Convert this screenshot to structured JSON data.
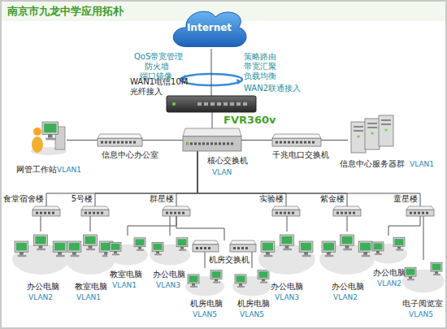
{
  "diagram": {
    "title": "南京市九龙中学应用拓朴",
    "nodes": [
      {
        "text": [
          "Internet"
        ]
      },
      {
        "text": [
          "FVR360v"
        ]
      },
      {
        "text": [
          "网管工作站",
          "VLAN1"
        ]
      },
      {
        "text": [
          "信息中心办公室"
        ]
      },
      {
        "text": [
          "核心交换机",
          "VLAN"
        ]
      },
      {
        "text": [
          "千兆电口交换机"
        ]
      },
      {
        "text": [
          "信息中心服务器群",
          "VLAN1"
        ]
      },
      {
        "text": [
          "食堂宿舍楼"
        ]
      },
      {
        "text": [
          "5号楼"
        ]
      },
      {
        "text": [
          "群星楼"
        ]
      },
      {
        "text": [
          "实验楼"
        ]
      },
      {
        "text": [
          "紫金楼"
        ]
      },
      {
        "text": [
          "童星楼"
        ]
      },
      {
        "text": [
          "办公电脑",
          "VLAN2"
        ]
      },
      {
        "text": [
          "教室电脑",
          "VLAN1"
        ]
      },
      {
        "text": [
          "教室电脑",
          "VLAN1"
        ]
      },
      {
        "text": [
          "办公电脑",
          "VLAN3"
        ]
      },
      {
        "text": [
          "机房交换机"
        ]
      },
      {
        "text": [
          "机房电脑",
          "VLAN5"
        ]
      },
      {
        "text": [
          "机房电脑",
          "VLAN5"
        ]
      },
      {
        "text": [
          "办公电脑",
          "VLAN3"
        ]
      },
      {
        "text": [
          "办公电脑",
          "VLAN2"
        ]
      },
      {
        "text": [
          "办公电脑",
          "VLAN2"
        ]
      },
      {
        "text": [
          "电子阅览室",
          "VLAN5"
        ]
      }
    ],
    "edges": [
      {
        "from": 0,
        "to": 1,
        "arrow": "none"
      },
      {
        "from": 1,
        "to": 4,
        "arrow": "none"
      },
      {
        "from": 4,
        "to": 3,
        "arrow": "none"
      },
      {
        "from": 3,
        "to": 2,
        "arrow": "none"
      },
      {
        "from": 4,
        "to": 5,
        "arrow": "none"
      },
      {
        "from": 5,
        "to": 6,
        "arrow": "none"
      },
      {
        "from": 4,
        "to": 7,
        "arrow": "none"
      },
      {
        "from": 4,
        "to": 8,
        "arrow": "none"
      },
      {
        "from": 4,
        "to": 9,
        "arrow": "none"
      },
      {
        "from": 4,
        "to": 10,
        "arrow": "none"
      },
      {
        "from": 4,
        "to": 11,
        "arrow": "none"
      },
      {
        "from": 4,
        "to": 12,
        "arrow": "none"
      },
      {
        "from": 7,
        "to": 13,
        "arrow": "none"
      },
      {
        "from": 8,
        "to": 14,
        "arrow": "none"
      },
      {
        "from": 9,
        "to": 15,
        "arrow": "none"
      },
      {
        "from": 9,
        "to": 16,
        "arrow": "none"
      },
      {
        "from": 9,
        "to": 17,
        "arrow": "none"
      },
      {
        "from": 17,
        "to": 18,
        "arrow": "none"
      },
      {
        "from": 17,
        "to": 19,
        "arrow": "none"
      },
      {
        "from": 10,
        "to": 20,
        "arrow": "none"
      },
      {
        "from": 11,
        "to": 21,
        "arrow": "none"
      },
      {
        "from": 12,
        "to": 22,
        "arrow": "none"
      },
      {
        "from": 12,
        "to": 23,
        "arrow": "none"
      }
    ],
    "labels": [
      "QoS带宽管理",
      "防火墙",
      "端口镜像",
      "策略路由",
      "带宽汇聚",
      "负载均衡",
      "WAN1电信10M 光纤接入",
      "WAN2联通接入"
    ]
  }
}
